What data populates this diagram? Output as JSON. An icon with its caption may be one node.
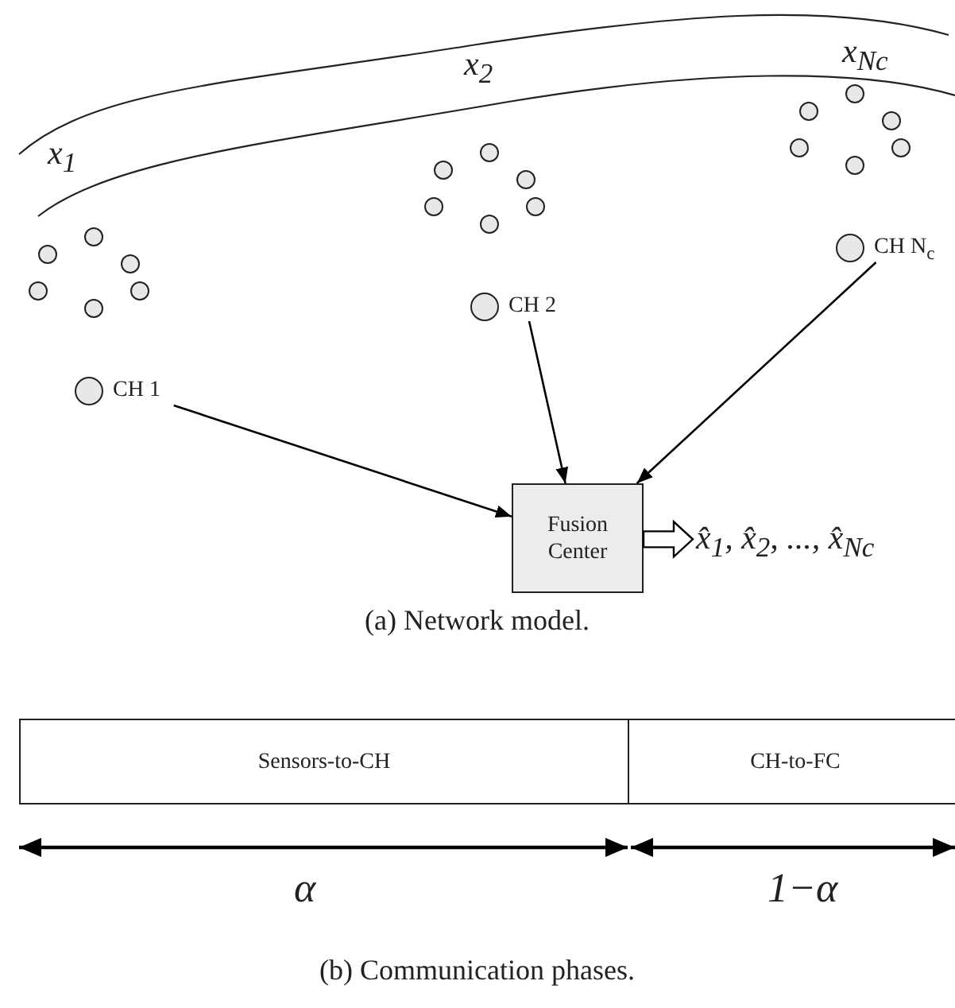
{
  "diagram": {
    "nodes": [
      {
        "text": [],
        "shape": "circle",
        "beside": [
          "CH 1"
        ]
      },
      {
        "text": [],
        "shape": "circle",
        "beside": [
          "CH 2"
        ]
      },
      {
        "text": [],
        "shape": "circle",
        "beside": [
          "CH N$_{c}$"
        ]
      },
      {
        "text": [
          "Fusion Center"
        ]
      },
      {
        "text": [
          "x̂$_{1}$, x̂$_{2}$, ..., x̂$_{N}$$_{c}$"
        ]
      },
      {
        "text": [
          "Sensors-to-CH"
        ]
      },
      {
        "text": [
          "CH-to-FC"
        ]
      }
    ],
    "edges": [
      {
        "from": 0,
        "to": 3,
        "arrow": "to"
      },
      {
        "from": 1,
        "to": 3,
        "arrow": "to"
      },
      {
        "from": 2,
        "to": 3,
        "arrow": "to"
      },
      {
        "from": 3,
        "to": 4,
        "arrow": "to",
        "style": "thick"
      }
    ],
    "labels": [
      "x$_{1}$",
      "x$_{2}$",
      "x$_{N}$$_{c}$",
      "(a) Network model.",
      "α",
      "1−α",
      "(b) Communication phases."
    ]
  }
}
